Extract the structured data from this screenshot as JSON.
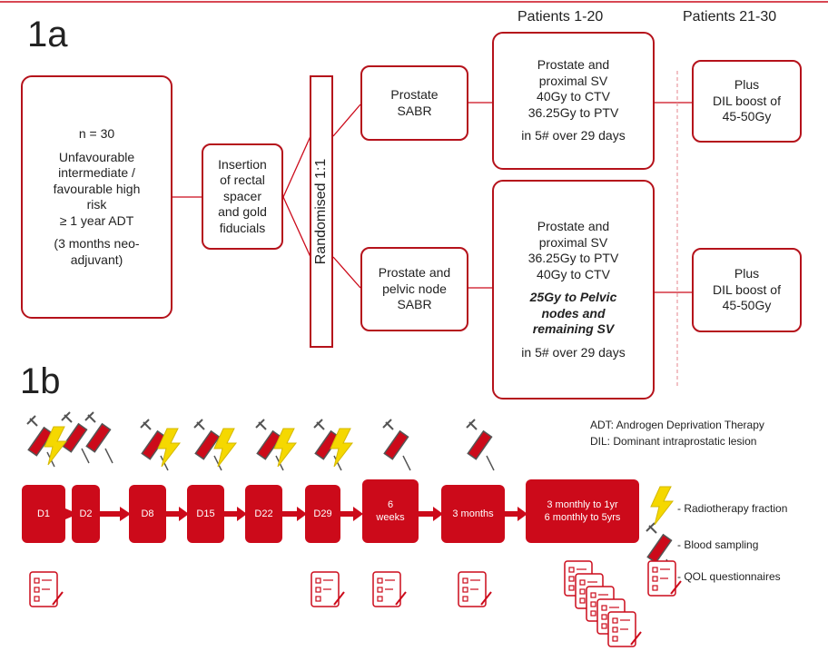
{
  "panel_a": {
    "label": "1a",
    "col_header_1": "Patients 1-20",
    "col_header_2": "Patients 21-30",
    "patients": {
      "n": "n = 30",
      "l1": "Unfavourable",
      "l2": "intermediate /",
      "l3": "favourable high",
      "l4": "risk",
      "l5": "≥ 1 year ADT",
      "l6": "(3 months neo-",
      "l7": "adjuvant)"
    },
    "insertion": {
      "l1": "Insertion",
      "l2": "of rectal",
      "l3": "spacer",
      "l4": "and gold",
      "l5": "fiducials"
    },
    "randomised": "Randomised 1:1",
    "arm1": {
      "name_l1": "Prostate",
      "name_l2": "SABR",
      "dose_l1": "Prostate and",
      "dose_l2": "proximal SV",
      "dose_l3": "40Gy to CTV",
      "dose_l4": "36.25Gy to PTV",
      "dose_l5": "in 5# over 29 days",
      "boost_l1": "Plus",
      "boost_l2": "DIL boost of",
      "boost_l3": "45-50Gy"
    },
    "arm2": {
      "name_l1": "Prostate and",
      "name_l2": "pelvic node",
      "name_l3": "SABR",
      "dose_l1": "Prostate and",
      "dose_l2": "proximal SV",
      "dose_l3": "36.25Gy to PTV",
      "dose_l4": "40Gy to CTV",
      "dose_b1": "25Gy to Pelvic",
      "dose_b2": "nodes and",
      "dose_b3": "remaining SV",
      "dose_l5": "in 5# over 29 days",
      "boost_l1": "Plus",
      "boost_l2": "DIL boost of",
      "boost_l3": "45-50Gy"
    }
  },
  "panel_b": {
    "label": "1b",
    "abbrev_1": "ADT: Androgen Deprivation Therapy",
    "abbrev_2": "DIL: Dominant intraprostatic lesion",
    "timeline": [
      "D1",
      "D2",
      "D8",
      "D15",
      "D22",
      "D29"
    ],
    "week6_l1": "6",
    "week6_l2": "weeks",
    "month3": "3 months",
    "followup_l1": "3 monthly to 1yr",
    "followup_l2": "6 monthly to 5yrs",
    "legend": {
      "radiotherapy": "- Radiotherapy fraction",
      "blood": "- Blood sampling",
      "qol": "- QOL questionnaires"
    }
  },
  "colors": {
    "accent": "#cc0a1a",
    "bolt": "#f5d800"
  }
}
